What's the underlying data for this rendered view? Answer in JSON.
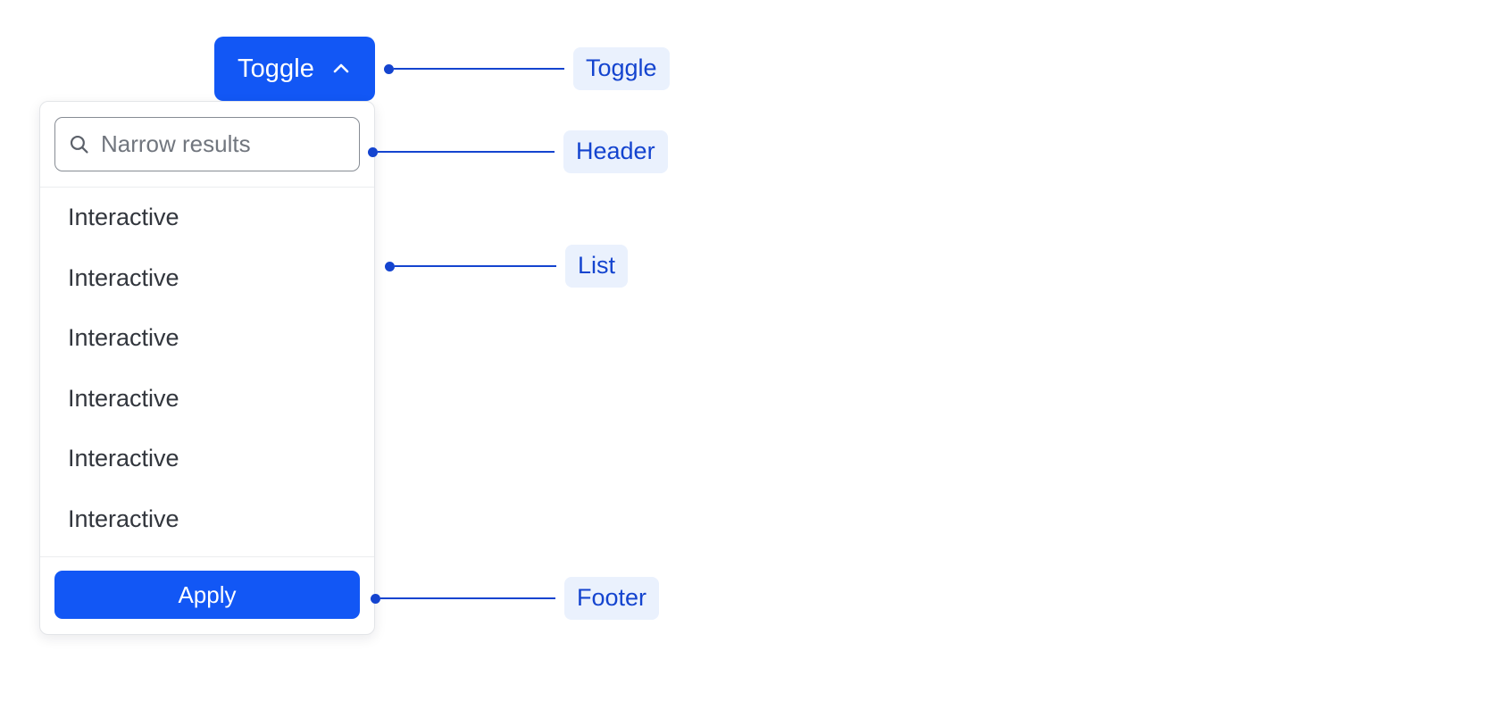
{
  "toggle": {
    "label": "Toggle",
    "icon": "chevron-up-icon"
  },
  "panel": {
    "header": {
      "search": {
        "icon": "search-icon",
        "value": "",
        "placeholder": "Narrow results"
      }
    },
    "list": {
      "items": [
        {
          "label": "Interactive"
        },
        {
          "label": "Interactive"
        },
        {
          "label": "Interactive"
        },
        {
          "label": "Interactive"
        },
        {
          "label": "Interactive"
        },
        {
          "label": "Interactive"
        }
      ]
    },
    "footer": {
      "apply_label": "Apply"
    }
  },
  "annotations": [
    {
      "label": "Toggle"
    },
    {
      "label": "Header"
    },
    {
      "label": "List"
    },
    {
      "label": "Footer"
    }
  ],
  "colors": {
    "primary_blue": "#1257f5",
    "annotation_blue": "#1444cf",
    "annotation_chip_bg": "#eaf1fd",
    "panel_border": "#e3e5e8",
    "input_border": "#878c94",
    "list_text": "#32363d",
    "placeholder_text": "#71767e",
    "page_bg": "#ffffff"
  }
}
